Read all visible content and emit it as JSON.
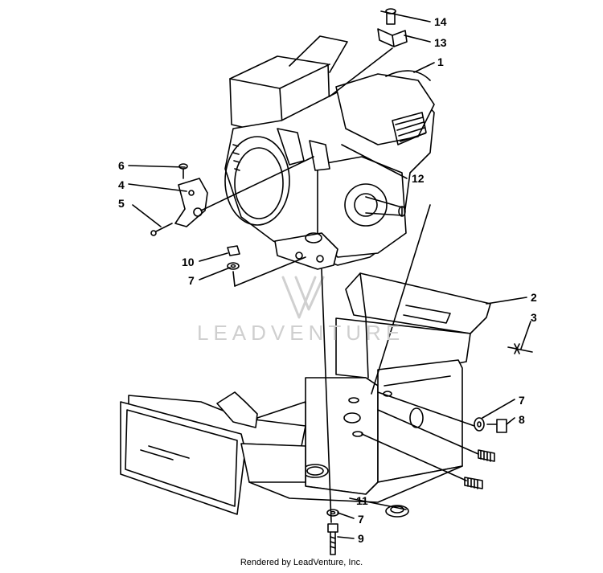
{
  "callouts": {
    "c1": "1",
    "c2": "2",
    "c3": "3",
    "c4": "4",
    "c5": "5",
    "c6": "6",
    "c7a": "7",
    "c7b": "7",
    "c7c": "7",
    "c8": "8",
    "c9": "9",
    "c10": "10",
    "c11": "11",
    "c12": "12",
    "c13": "13",
    "c14": "14"
  },
  "watermark": "LEADVENTURE",
  "footer": "Rendered by LeadVenture, Inc."
}
